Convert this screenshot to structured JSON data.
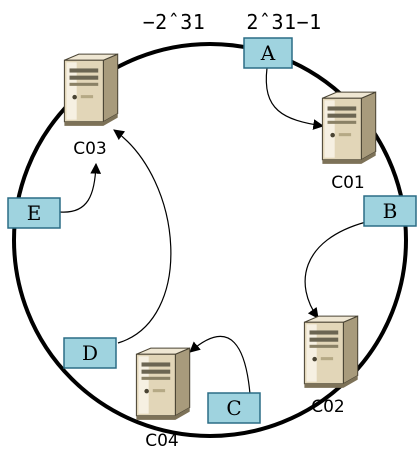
{
  "diagram": {
    "ring": {
      "min_label": "−2ˆ31",
      "max_label": "2ˆ31−1"
    },
    "servers": [
      {
        "id": "c03",
        "label": "C03"
      },
      {
        "id": "c01",
        "label": "C01"
      },
      {
        "id": "c02",
        "label": "C02"
      },
      {
        "id": "c04",
        "label": "C04"
      }
    ],
    "nodes": [
      {
        "id": "a",
        "label": "A"
      },
      {
        "id": "b",
        "label": "B"
      },
      {
        "id": "c",
        "label": "C"
      },
      {
        "id": "d",
        "label": "D"
      },
      {
        "id": "e",
        "label": "E"
      }
    ],
    "colors": {
      "ring": "#000000",
      "node_fill": "#9fd3df",
      "node_stroke": "#2b6d85",
      "server_light": "#f4eddd",
      "server_mid": "#dccfae",
      "server_dark": "#9e9072",
      "server_outline": "#4a4434"
    }
  }
}
